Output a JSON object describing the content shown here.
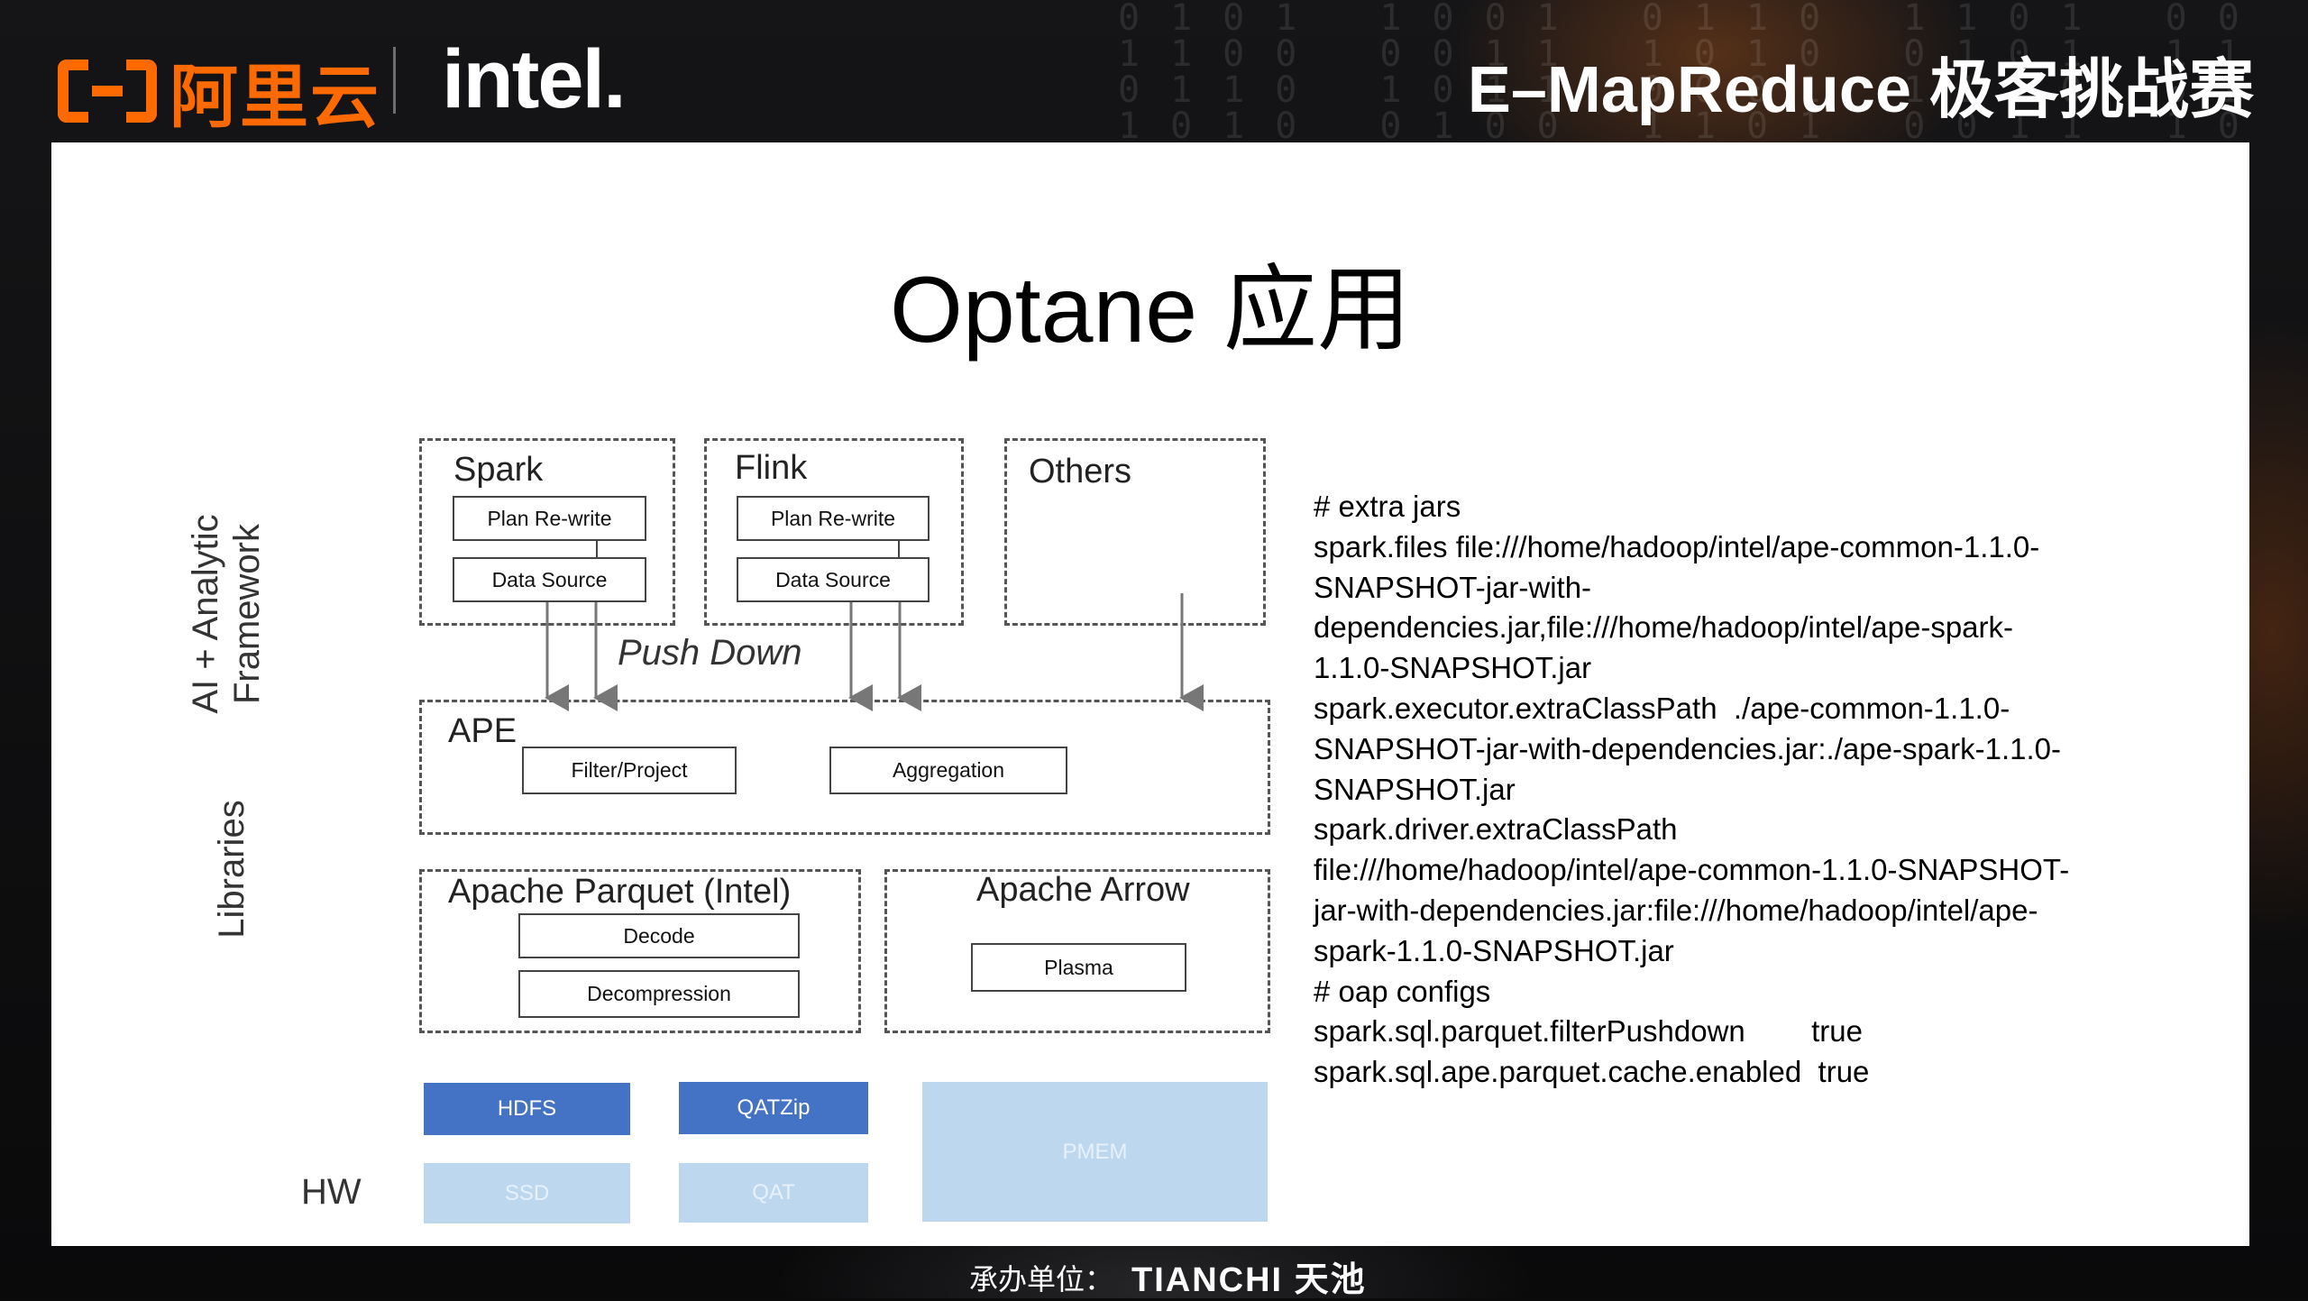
{
  "header": {
    "aliyun_text": "阿里云",
    "intel_text": "intel.",
    "event_title": "E–MapReduce 极客挑战赛"
  },
  "slide": {
    "title": "Optane 应用"
  },
  "diagram": {
    "side_labels": {
      "framework_line1": "AI + Analytic",
      "framework_line2": "Framework",
      "libraries": "Libraries",
      "hw": "HW"
    },
    "spark": {
      "label": "Spark",
      "plan": "Plan Re-write",
      "source": "Data Source"
    },
    "flink": {
      "label": "Flink",
      "plan": "Plan Re-write",
      "source": "Data Source"
    },
    "others": {
      "label": "Others"
    },
    "push_down": "Push Down",
    "ape": {
      "label": "APE",
      "filter": "Filter/Project",
      "aggregation": "Aggregation"
    },
    "parquet": {
      "label": "Apache Parquet (Intel)",
      "decode": "Decode",
      "decompression": "Decompression"
    },
    "arrow": {
      "label": "Apache Arrow",
      "plasma": "Plasma"
    },
    "hardware": {
      "hdfs": "HDFS",
      "qatzip": "QATZip",
      "pmem": "PMEM",
      "ssd": "SSD",
      "qat": "QAT"
    },
    "colors": {
      "hw_dark": "#4472c4",
      "hw_light": "#bdd7ee"
    }
  },
  "config": {
    "lines": [
      "# extra jars",
      "spark.files file:///home/hadoop/intel/ape-common-1.1.0-",
      "SNAPSHOT-jar-with-",
      "dependencies.jar,file:///home/hadoop/intel/ape-spark-",
      "1.1.0-SNAPSHOT.jar",
      "spark.executor.extraClassPath  ./ape-common-1.1.0-",
      "SNAPSHOT-jar-with-dependencies.jar:./ape-spark-1.1.0-",
      "SNAPSHOT.jar",
      "spark.driver.extraClassPath",
      "file:///home/hadoop/intel/ape-common-1.1.0-SNAPSHOT-",
      "jar-with-dependencies.jar:file:///home/hadoop/intel/ape-",
      "spark-1.1.0-SNAPSHOT.jar",
      "# oap configs",
      "spark.sql.parquet.filterPushdown        true",
      "spark.sql.ape.parquet.cache.enabled  true"
    ]
  },
  "footer": {
    "label": "承办单位：",
    "logo": "TIANCHI 天池"
  }
}
